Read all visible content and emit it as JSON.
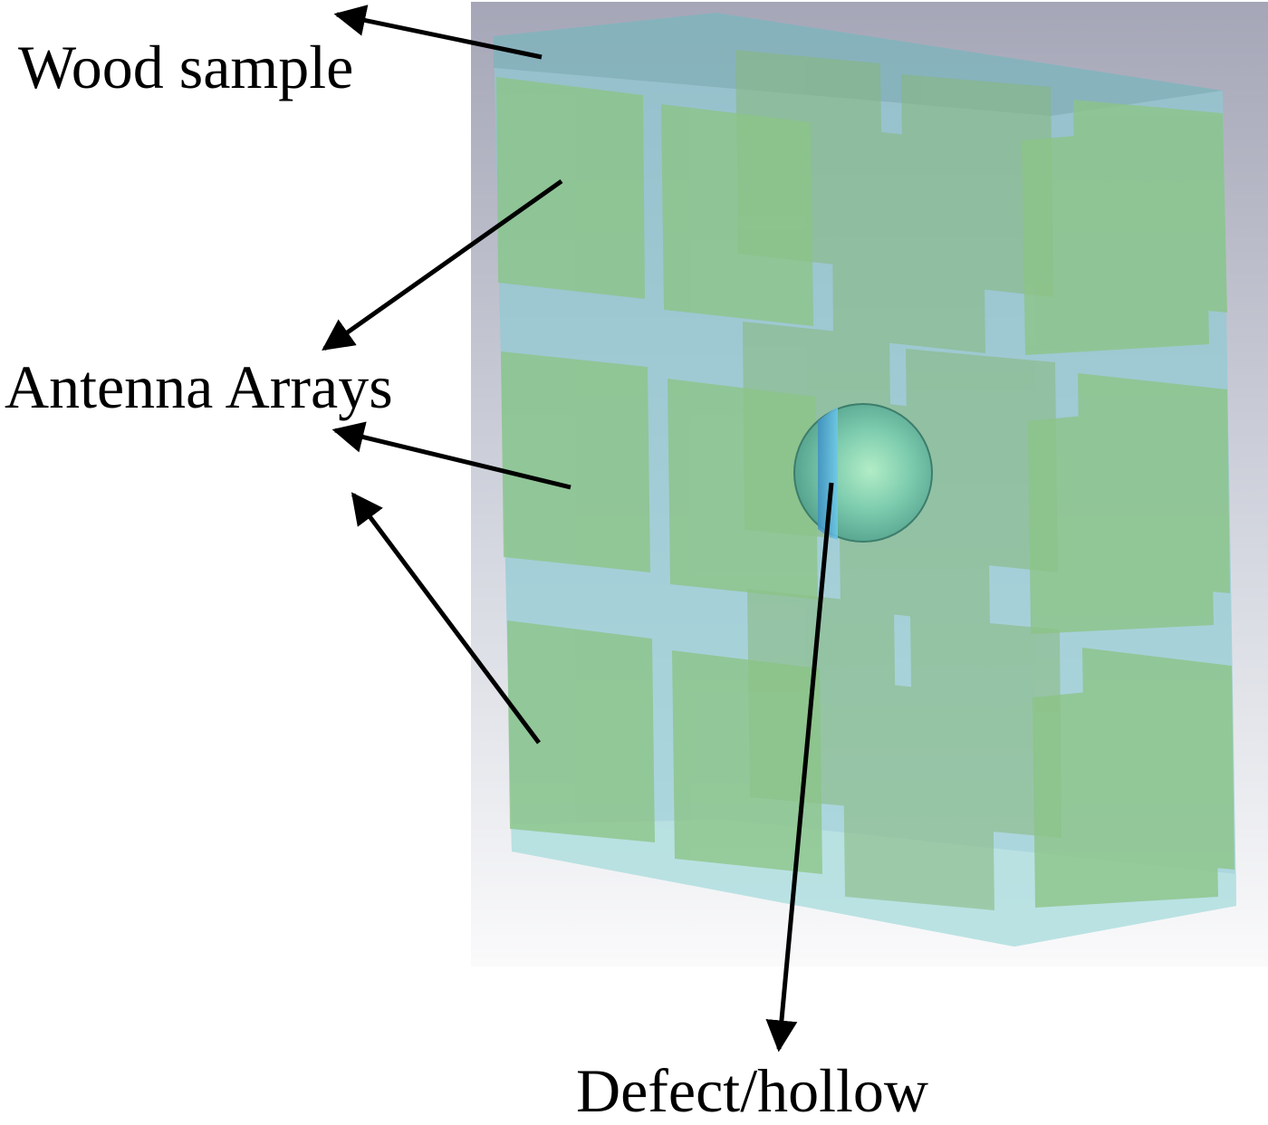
{
  "labels": {
    "wood_sample": "Wood sample",
    "antenna_arrays": "Antenna Arrays",
    "defect": "Defect/hollow"
  },
  "colors": {
    "viewport_top": "#a6a7b8",
    "viewport_bottom": "#f8f8fa",
    "wood_block": "#8fd0d6",
    "antenna_patch": "#86c07e",
    "sphere": "#6fc2a4",
    "sphere_highlight": "#a8e8c0",
    "sphere_band": "#4aa8d8",
    "arrow": "#000000"
  },
  "layout": {
    "antenna_grid": {
      "rows": 3,
      "columns": 4,
      "layers": "front and back (transparent)"
    }
  }
}
